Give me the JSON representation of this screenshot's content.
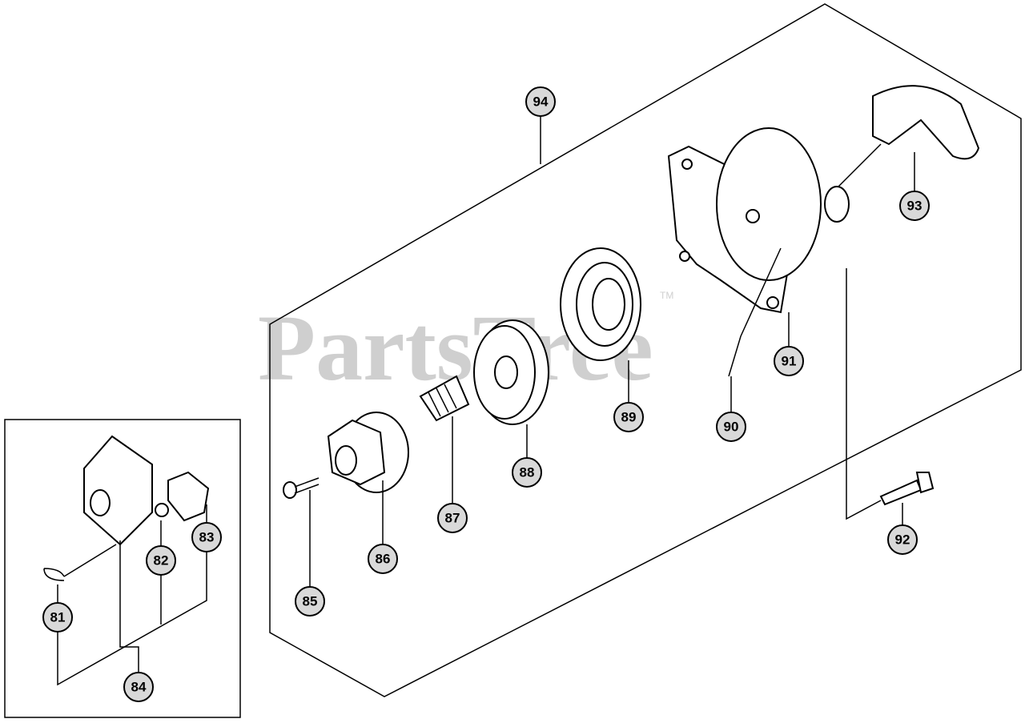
{
  "watermark": {
    "text": "PartsTree",
    "trademark": "TM"
  },
  "callouts": [
    {
      "label": "94"
    },
    {
      "label": "93"
    },
    {
      "label": "91"
    },
    {
      "label": "90"
    },
    {
      "label": "89"
    },
    {
      "label": "88"
    },
    {
      "label": "87"
    },
    {
      "label": "86"
    },
    {
      "label": "85"
    },
    {
      "label": "92"
    },
    {
      "label": "81"
    },
    {
      "label": "82"
    },
    {
      "label": "83"
    },
    {
      "label": "84"
    }
  ]
}
